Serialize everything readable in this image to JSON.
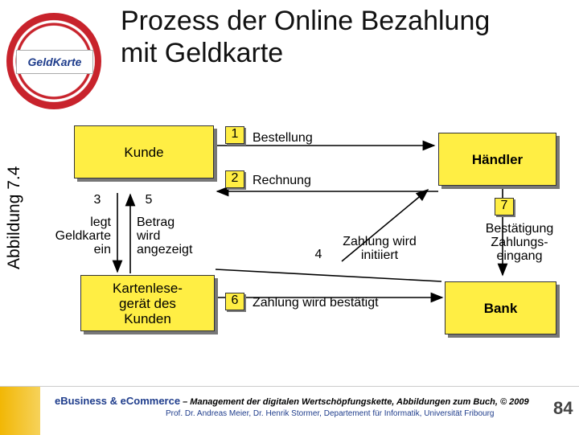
{
  "header": {
    "title": "Prozess der Online Bezahlung\nmit Geldkarte",
    "side_label": "Abbildung 7.4",
    "logo_text": "GeldKarte"
  },
  "diagram": {
    "nodes": {
      "kunde": "Kunde",
      "haendler": "Händler",
      "kartenleser": "Kartenlese-\ngerät des\nKunden",
      "bank": "Bank"
    },
    "steps": [
      {
        "num": "1",
        "label": "Bestellung"
      },
      {
        "num": "2",
        "label": "Rechnung"
      },
      {
        "num": "3",
        "label": "legt\nGeldkarte\nein"
      },
      {
        "num": "4",
        "label": "Zahlung wird\ninitiiert"
      },
      {
        "num": "5",
        "label": "Betrag\nwird\nangezeigt"
      },
      {
        "num": "6",
        "label": "Zahlung wird bestätigt"
      },
      {
        "num": "7",
        "label": "Bestätigung\nZahlungs-\neingang"
      }
    ]
  },
  "footer": {
    "line1_em": "eBusiness & eCommerce",
    "line1_rest": " – Management der digitalen Wertschöpfungskette, Abbildungen zum Buch, © 2009",
    "line2": "Prof. Dr. Andreas Meier, Dr. Henrik Stormer, Departement für Informatik, Universität Fribourg",
    "page": "84"
  },
  "colors": {
    "box": "#ffee44",
    "accent": "#c8232c",
    "blue": "#1f3d8c"
  }
}
